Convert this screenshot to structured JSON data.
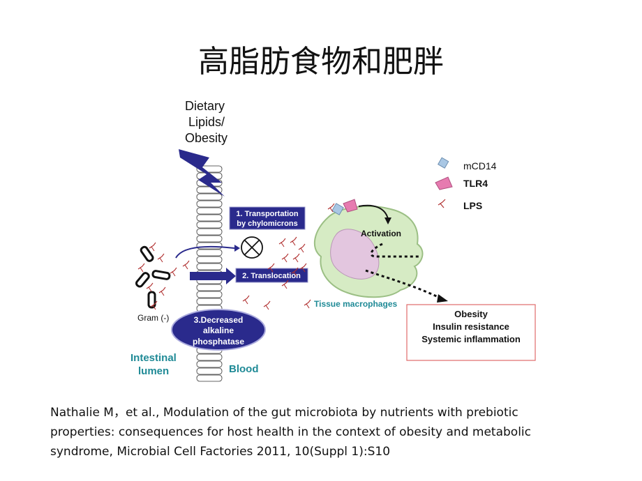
{
  "title": "高脂肪食物和肥胖",
  "labels": {
    "dietary": [
      "Dietary",
      "Lipids/",
      "Obesity"
    ],
    "transportation": [
      "1. Transportation",
      "by chylomicrons"
    ],
    "translocation": "2. Translocation",
    "decreased": [
      "3.Decreased",
      "alkaline",
      "phosphatase"
    ],
    "gram": "Gram (-)",
    "intestinal": [
      "Intestinal",
      "lumen"
    ],
    "blood": "Blood",
    "activation": "Activation",
    "tissue_macrophages": "Tissue macrophages",
    "legend": {
      "mcd14": "mCD14",
      "tlr4": "TLR4",
      "lps": "LPS"
    },
    "outcomes": [
      "Obesity",
      "Insulin resistance",
      "Systemic  inflammation"
    ]
  },
  "caption": [
    "Nathalie M，et al., Modulation of the gut microbiota by nutrients with prebiotic",
    "properties: consequences for host health in the context of obesity and metabolic",
    "syndrome, Microbial Cell Factories 2011, 10(Suppl 1):S10"
  ],
  "colors": {
    "navy": "#2a2a8c",
    "macrophage": "#d6ebc4",
    "nucleus": "#e3c6df",
    "outcome_border": "#e06a6a",
    "tlr4": "#e67bb0",
    "mcd14": "#a9c7e4",
    "lps": "#b03030"
  }
}
